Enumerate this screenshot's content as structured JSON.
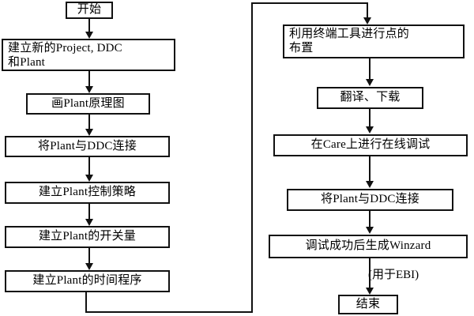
{
  "diagram": {
    "title_text": "",
    "colors": {
      "stroke": "#111111",
      "fill": "#ffffff",
      "text": "#000000"
    },
    "left_column": [
      {
        "id": "start",
        "label": "开始"
      },
      {
        "id": "create-project",
        "label": "建立新的Project, DDC\n和Plant"
      },
      {
        "id": "draw-plant",
        "label": "画Plant原理图"
      },
      {
        "id": "connect-plant-ddc",
        "label": "将Plant与DDC连接"
      },
      {
        "id": "control-strategy",
        "label": "建立Plant控制策略"
      },
      {
        "id": "switch-values",
        "label": "建立Plant的开关量"
      },
      {
        "id": "time-program",
        "label": "建立Plant的时间程序"
      }
    ],
    "right_column": [
      {
        "id": "terminal-points",
        "label": "利用终端工具进行点的\n布置"
      },
      {
        "id": "translate-download",
        "label": "翻译、下载"
      },
      {
        "id": "care-online-debug",
        "label": "在Care上进行在线调试"
      },
      {
        "id": "connect-plant-ddc-2",
        "label": "将Plant与DDC连接"
      },
      {
        "id": "generate-winzard",
        "label": "调试成功后生成Winzard"
      },
      {
        "id": "end",
        "label": "结束"
      }
    ],
    "annotations": [
      {
        "id": "ebi-note",
        "label": "(用于EBI)"
      }
    ]
  }
}
